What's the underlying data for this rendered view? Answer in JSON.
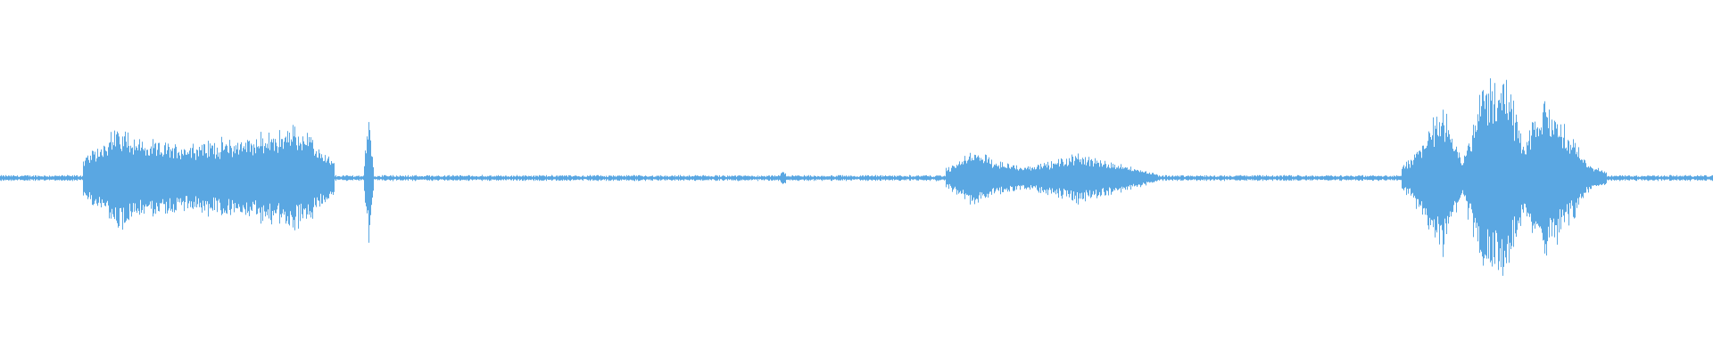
{
  "waveform": {
    "color": "#5aa7e2",
    "background": "#ffffff",
    "centerline": 0.5,
    "noise_floor": 0.012,
    "segments": [
      {
        "name": "burst-1",
        "start": 0.048,
        "end": 0.195,
        "peak": 0.3,
        "shape": [
          0.6,
          1.0,
          0.65,
          0.62,
          0.66,
          0.72,
          0.8,
          1.0,
          0.55
        ]
      },
      {
        "name": "click-1",
        "start": 0.212,
        "end": 0.218,
        "peak": 0.36,
        "shape": [
          0.2,
          1.0,
          0.3
        ]
      },
      {
        "name": "click-2",
        "start": 0.455,
        "end": 0.459,
        "peak": 0.05,
        "shape": [
          0.3,
          1.0,
          0.3
        ]
      },
      {
        "name": "burst-2",
        "start": 0.552,
        "end": 0.675,
        "peak": 0.16,
        "shape": [
          0.6,
          1.0,
          0.55,
          0.42,
          0.55,
          0.85,
          0.6,
          0.45,
          0.3
        ]
      },
      {
        "name": "burst-3",
        "start": 0.818,
        "end": 0.938,
        "peak": 0.55,
        "shape": [
          0.2,
          0.45,
          0.72,
          0.2,
          0.95,
          1.0,
          0.35,
          0.78,
          0.5,
          0.2,
          0.1
        ]
      }
    ]
  }
}
